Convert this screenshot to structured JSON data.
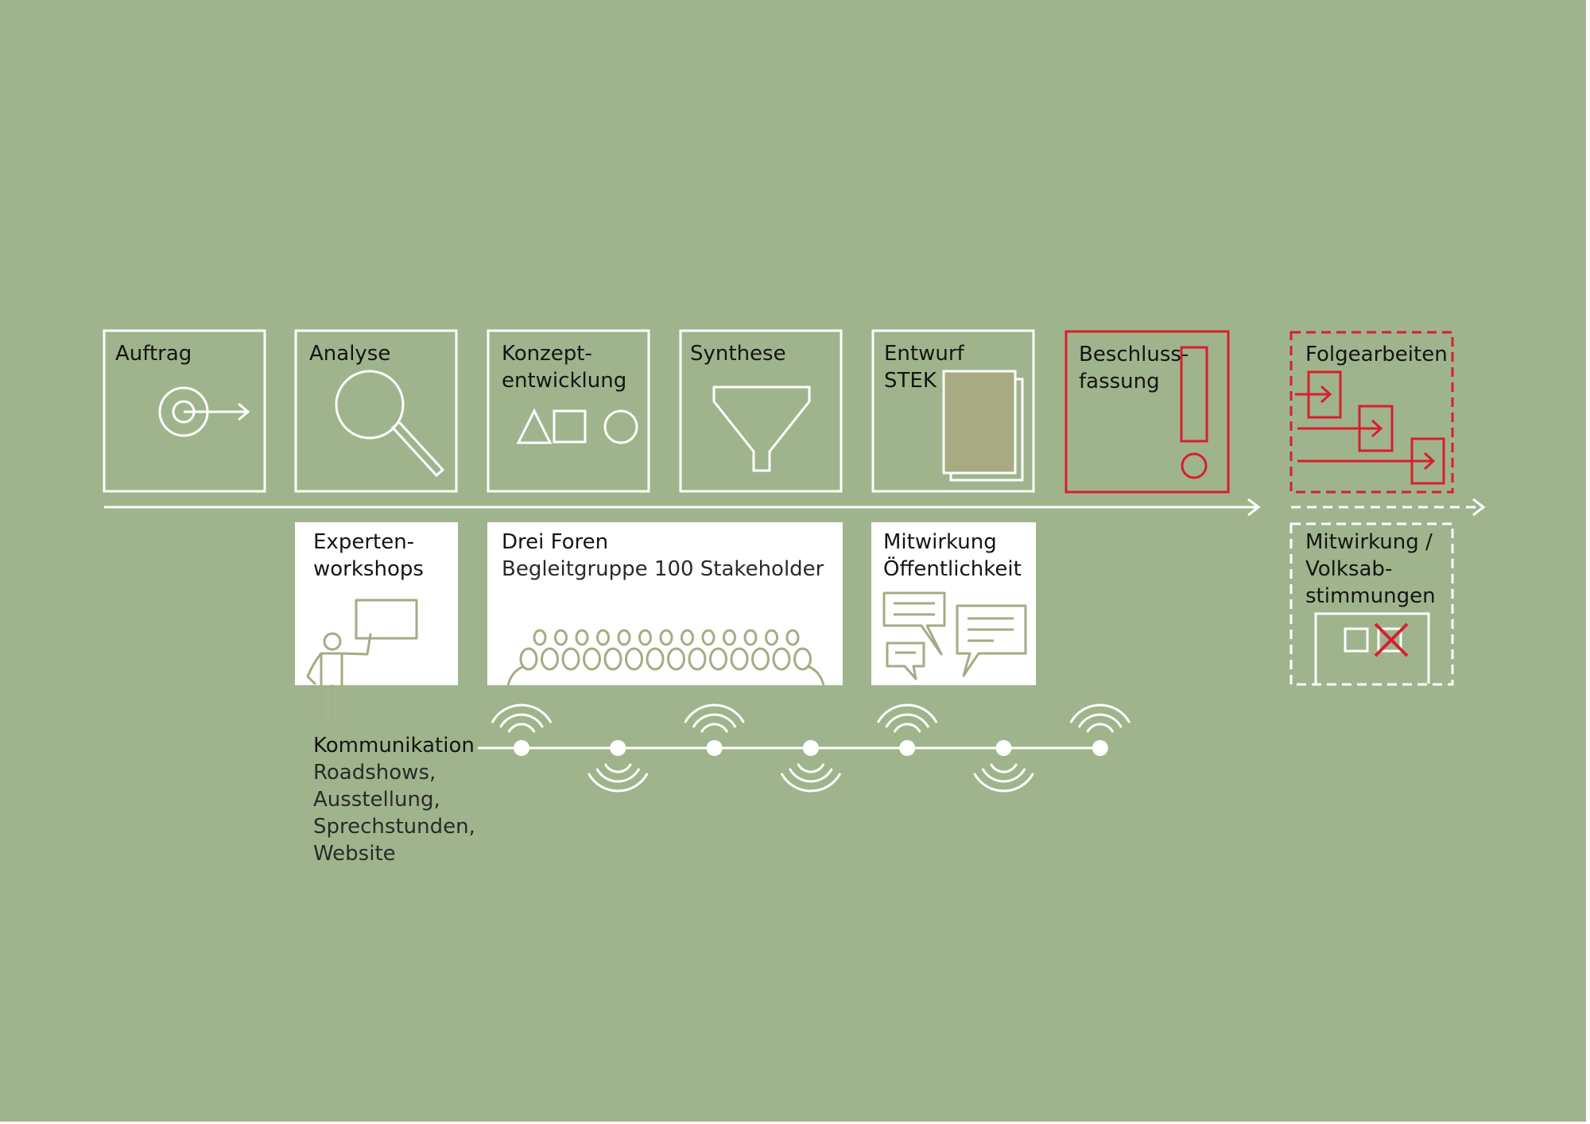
{
  "colors": {
    "background": "#9fb48c",
    "line": "#ffffff",
    "accent_red": "#d81e2f",
    "icon_khaki": "#a8aa84",
    "text": "#141414"
  },
  "phases": [
    {
      "id": "auftrag",
      "label": "Auftrag",
      "icon": "target-arrow-icon"
    },
    {
      "id": "analyse",
      "label": "Analyse",
      "icon": "magnifier-icon"
    },
    {
      "id": "konzept",
      "label": "Konzept-\nentwicklung",
      "icon": "shapes-icon"
    },
    {
      "id": "synthese",
      "label": "Synthese",
      "icon": "funnel-icon"
    },
    {
      "id": "entwurf",
      "label": "Entwurf\nSTEK",
      "icon": "documents-icon"
    },
    {
      "id": "beschluss",
      "label": "Beschluss-\nfassung",
      "icon": "exclamation-icon"
    },
    {
      "id": "folge",
      "label": "Folgearbeiten",
      "icon": "stepped-arrows-icon"
    }
  ],
  "participation": [
    {
      "id": "experten",
      "label": "Experten-\nworkshops",
      "icon": "presenter-icon"
    },
    {
      "id": "foren",
      "label": "Drei Foren",
      "sublabel": "Begleitgruppe 100 Stakeholder",
      "icon": "audience-icon"
    },
    {
      "id": "mitwirkung",
      "label": "Mitwirkung\nÖffentlichkeit",
      "icon": "speech-bubbles-icon"
    },
    {
      "id": "volksab",
      "label": "Mitwirkung /\nVolksab-\nstimmungen",
      "icon": "ballot-box-icon"
    }
  ],
  "communication": {
    "title": "Kommunikation",
    "items": "Roadshows,\nAusstellung,\nSprechstunden,\nWebsite"
  }
}
